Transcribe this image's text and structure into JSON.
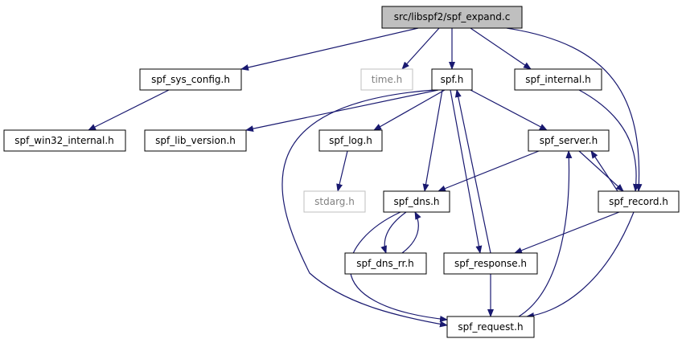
{
  "colors": {
    "edge": "#191970",
    "node_border": "#000000",
    "node_border_missing": "#bfbfbf",
    "root_fill": "#bfbfbf",
    "node_fill": "#ffffff",
    "text": "#000000",
    "text_missing": "#808080"
  },
  "nodes": {
    "root": "src/libspf2/spf_expand.c",
    "spf_sys_config": "spf_sys_config.h",
    "time": "time.h",
    "spf": "spf.h",
    "spf_internal": "spf_internal.h",
    "spf_win32_internal": "spf_win32_internal.h",
    "spf_lib_version": "spf_lib_version.h",
    "spf_log": "spf_log.h",
    "spf_server": "spf_server.h",
    "stdarg": "stdarg.h",
    "spf_dns": "spf_dns.h",
    "spf_record": "spf_record.h",
    "spf_dns_rr": "spf_dns_rr.h",
    "spf_response": "spf_response.h",
    "spf_request": "spf_request.h"
  },
  "edges": [
    [
      "root",
      "spf_sys_config"
    ],
    [
      "root",
      "time"
    ],
    [
      "root",
      "spf"
    ],
    [
      "root",
      "spf_internal"
    ],
    [
      "root",
      "spf_record"
    ],
    [
      "spf_sys_config",
      "spf_win32_internal"
    ],
    [
      "spf",
      "spf_lib_version"
    ],
    [
      "spf",
      "spf_log"
    ],
    [
      "spf",
      "spf_server"
    ],
    [
      "spf",
      "spf_dns"
    ],
    [
      "spf",
      "spf_response"
    ],
    [
      "spf",
      "spf_request"
    ],
    [
      "spf_internal",
      "spf_record"
    ],
    [
      "spf_log",
      "stdarg"
    ],
    [
      "spf_server",
      "spf_dns"
    ],
    [
      "spf_server",
      "spf_record"
    ],
    [
      "spf_record",
      "spf_server"
    ],
    [
      "spf_record",
      "spf_response"
    ],
    [
      "spf_record",
      "spf_request"
    ],
    [
      "spf_dns",
      "spf_dns_rr"
    ],
    [
      "spf_dns_rr",
      "spf_dns"
    ],
    [
      "spf_dns",
      "spf_request"
    ],
    [
      "spf_response",
      "spf"
    ],
    [
      "spf_response",
      "spf_request"
    ],
    [
      "spf_request",
      "spf_server"
    ]
  ]
}
